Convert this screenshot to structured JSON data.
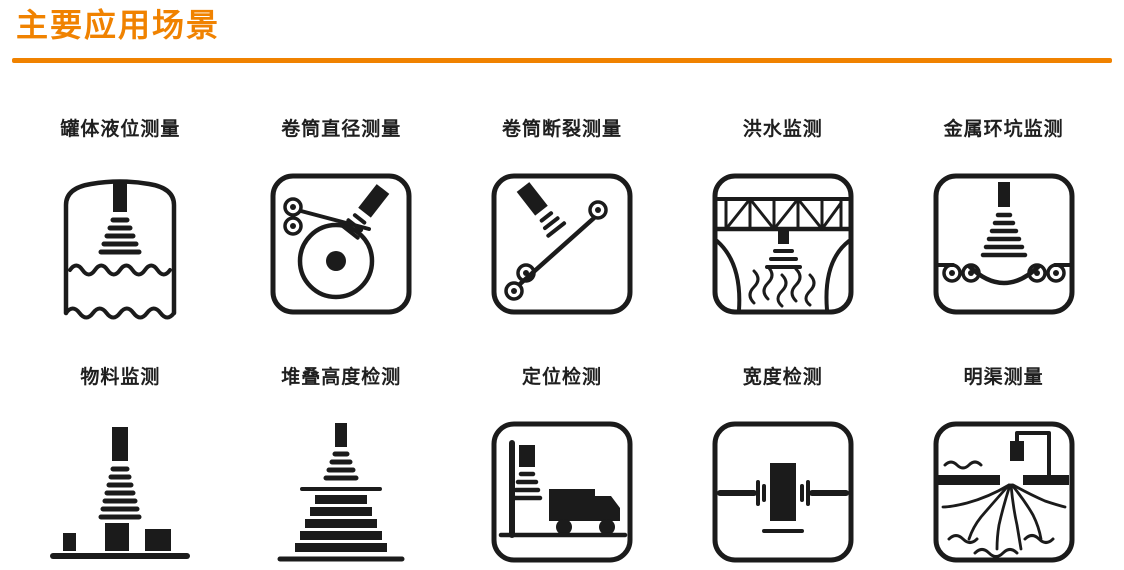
{
  "page": {
    "title": "主要应用场景",
    "accent_color": "#F08200",
    "icon_color": "#1B1B1B",
    "background_color": "#FFFFFF"
  },
  "scenarios": [
    {
      "label": "罐体液位测量",
      "icon": "tank-level-icon"
    },
    {
      "label": "卷筒直径测量",
      "icon": "reel-diameter-icon"
    },
    {
      "label": "卷筒断裂测量",
      "icon": "reel-break-icon"
    },
    {
      "label": "洪水监测",
      "icon": "flood-monitoring-icon"
    },
    {
      "label": "金属环坑监测",
      "icon": "metal-ring-pit-icon"
    },
    {
      "label": "物料监测",
      "icon": "material-monitoring-icon"
    },
    {
      "label": "堆叠高度检测",
      "icon": "stack-height-icon"
    },
    {
      "label": "定位检测",
      "icon": "position-detection-icon"
    },
    {
      "label": "宽度检测",
      "icon": "width-detection-icon"
    },
    {
      "label": "明渠测量",
      "icon": "open-channel-icon"
    }
  ]
}
